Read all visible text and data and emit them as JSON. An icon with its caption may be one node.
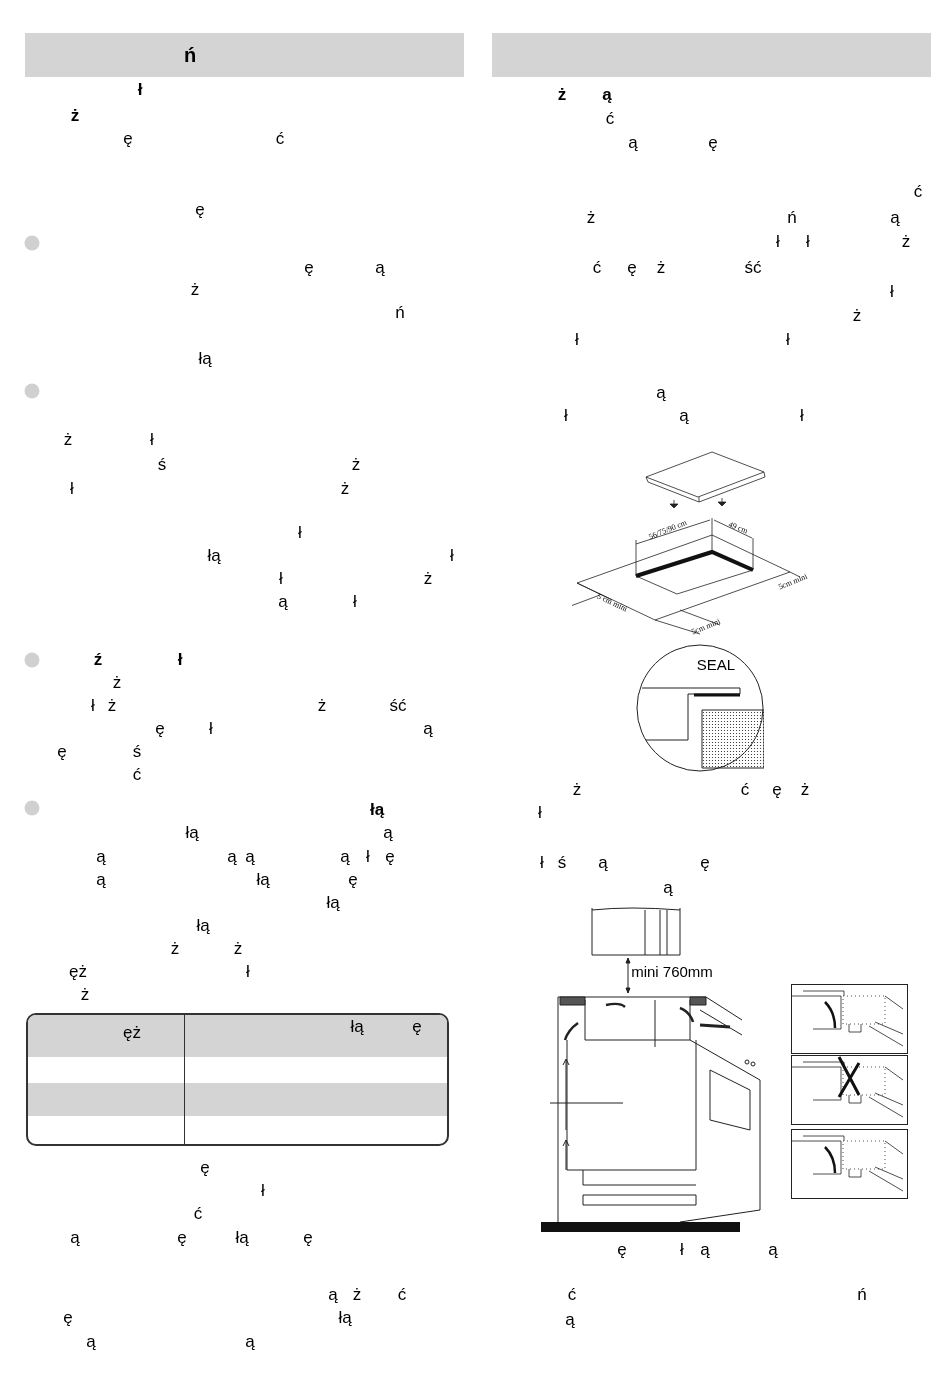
{
  "diagram": {
    "title": "ń",
    "labels": [
      "ł",
      "ż",
      "ę",
      "ć",
      "ę",
      "ę",
      "ą",
      "ż",
      "ń",
      "łą",
      "ż",
      "ł",
      "ś",
      "ż",
      "ł",
      "ż",
      "ł",
      "łą",
      "ł",
      "ł",
      "ż",
      "ą",
      "ł",
      "ź",
      "ł",
      "ż",
      "ł",
      "ż",
      "ż",
      "ść",
      "ę",
      "ł",
      "ą",
      "ę",
      "ś",
      "ć",
      "łą",
      "łą",
      "ą",
      "ą",
      "ą",
      "ą",
      "ą",
      "ł",
      "ę",
      "ą",
      "łą",
      "ę",
      "łą",
      "łą",
      "ż",
      "ż",
      "ęż",
      "ł",
      "ż",
      "ęż",
      "łą",
      "ę",
      "ę",
      "ł",
      "ć",
      "ą",
      "ę",
      "łą",
      "ę",
      "ą",
      "ż",
      "ć",
      "ę",
      "łą",
      "ą",
      "ą",
      "ż",
      "ą",
      "ć",
      "ą",
      "ę",
      "ć",
      "ż",
      "ń",
      "ą",
      "ł",
      "ł",
      "ż",
      "ć",
      "ę",
      "ż",
      "ść",
      "ł",
      "ż",
      "ł",
      "ł",
      "ą",
      "ł",
      "ą",
      "ł",
      "56/75/90 cm",
      "49 cm",
      "5 cm mini",
      "5cm mini",
      "5cm mini",
      "SEAL",
      "ż",
      "ć",
      "ę",
      "ż",
      "ł",
      "ł",
      "ś",
      "ą",
      "ę",
      "ą",
      "mini 760mm",
      "ę",
      "ł",
      "ą",
      "ą",
      "ć",
      "ń",
      "ą"
    ]
  }
}
